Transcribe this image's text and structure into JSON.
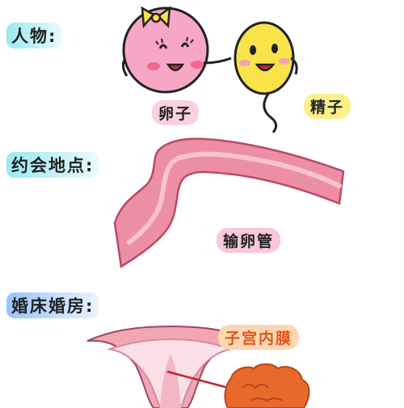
{
  "labels": {
    "characters": "人物:",
    "meeting_place": "约会地点:",
    "wedding_room": "婚床婚房:"
  },
  "captions": {
    "egg": "卵子",
    "sperm": "精子",
    "fallopian_tube": "输卵管",
    "endometrium": "子宫内膜"
  },
  "colors": {
    "egg": "#f7a6c6",
    "sperm": "#f8e34a",
    "tube": "#ec8fa5",
    "uterus": "#f2a5b3",
    "endometrium": "#e86a2b",
    "label_cyan": "#78e1eb",
    "label_blue": "#78aff8"
  }
}
